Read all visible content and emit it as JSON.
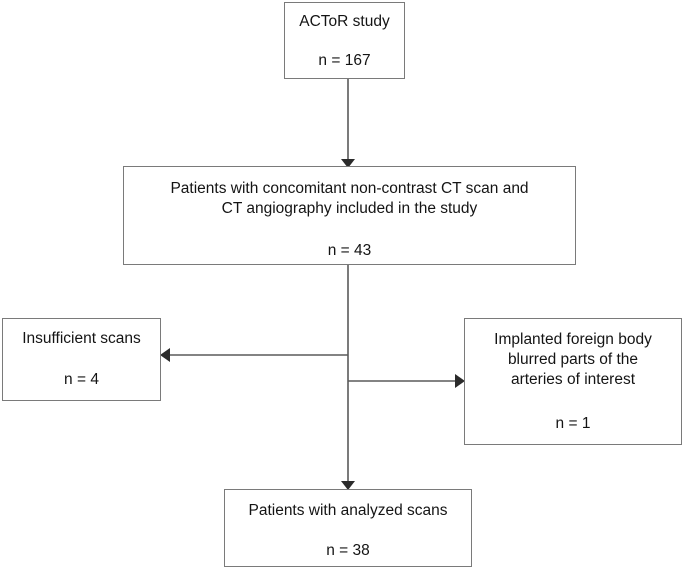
{
  "diagram": {
    "type": "flowchart",
    "orientation": "top-to-bottom",
    "stroke_color": "#7a7a7a",
    "line_color": "#5a5a5a",
    "text_color": "#141414",
    "background": "#ffffff"
  },
  "nodes": {
    "study": {
      "label": "ACToR study",
      "count": "n = 167"
    },
    "included": {
      "label": "Patients with concomitant non-contrast CT scan and\nCT angiography included in the study",
      "count": "n = 43"
    },
    "insufficient": {
      "label": "Insufficient scans",
      "count": "n = 4"
    },
    "implanted": {
      "label": "Implanted foreign body\nblurred parts of the\narteries of interest",
      "count": "n = 1"
    },
    "analyzed": {
      "label": "Patients with analyzed scans",
      "count": "n = 38"
    }
  },
  "connectors": [
    {
      "name": "study-to-included",
      "from": "study",
      "to": "included",
      "direction": "down",
      "arrowhead": "end"
    },
    {
      "name": "included-to-insufficient",
      "from": "included",
      "to": "insufficient",
      "direction": "left",
      "arrowhead": "end"
    },
    {
      "name": "included-to-implanted",
      "from": "included",
      "to": "implanted",
      "direction": "right",
      "arrowhead": "end"
    },
    {
      "name": "included-to-analyzed",
      "from": "included",
      "to": "analyzed",
      "direction": "down",
      "arrowhead": "end"
    }
  ]
}
